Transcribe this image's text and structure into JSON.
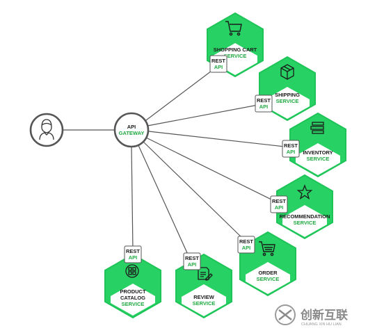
{
  "colors": {
    "accent_green": "#2fd36b",
    "hex_fill": "#27d163",
    "hex_stroke": "#1ec457",
    "edge": "#555555",
    "text_dark": "#1b1b1b",
    "text_green": "#1faa40",
    "watermark": "#8a8a8a"
  },
  "client": {
    "icon": "user-icon"
  },
  "gateway": {
    "line1": "API",
    "line2": "GATEWAY"
  },
  "rest_badge": {
    "line1": "REST",
    "line2": "API"
  },
  "services": [
    {
      "id": "shopping-cart",
      "line1": "SHOPPING CART",
      "line2": "SERVICE",
      "icon": "shopping-cart-icon"
    },
    {
      "id": "shipping",
      "line1": "SHIPPING",
      "line2": "SERVICE",
      "icon": "package-box-icon"
    },
    {
      "id": "inventory",
      "line1": "INVENTORY",
      "line2": "SERVICE",
      "icon": "stacked-boxes-icon"
    },
    {
      "id": "recommendation",
      "line1": "RECOMMENDATION",
      "line2": "SERVICE",
      "icon": "star-icon"
    },
    {
      "id": "order",
      "line1": "ORDER",
      "line2": "SERVICE",
      "icon": "shopping-cart-icon"
    },
    {
      "id": "review",
      "line1": "REVIEW",
      "line2": "SERVICE",
      "icon": "document-pen-icon"
    },
    {
      "id": "product-catalog",
      "line1": "PRODUCT",
      "line2": "CATALOG",
      "line3": "SERVICE",
      "icon": "grid-icon"
    }
  ],
  "watermark": {
    "brand": "创新互联",
    "sub": "CHUANG XIN HU LIAN"
  }
}
